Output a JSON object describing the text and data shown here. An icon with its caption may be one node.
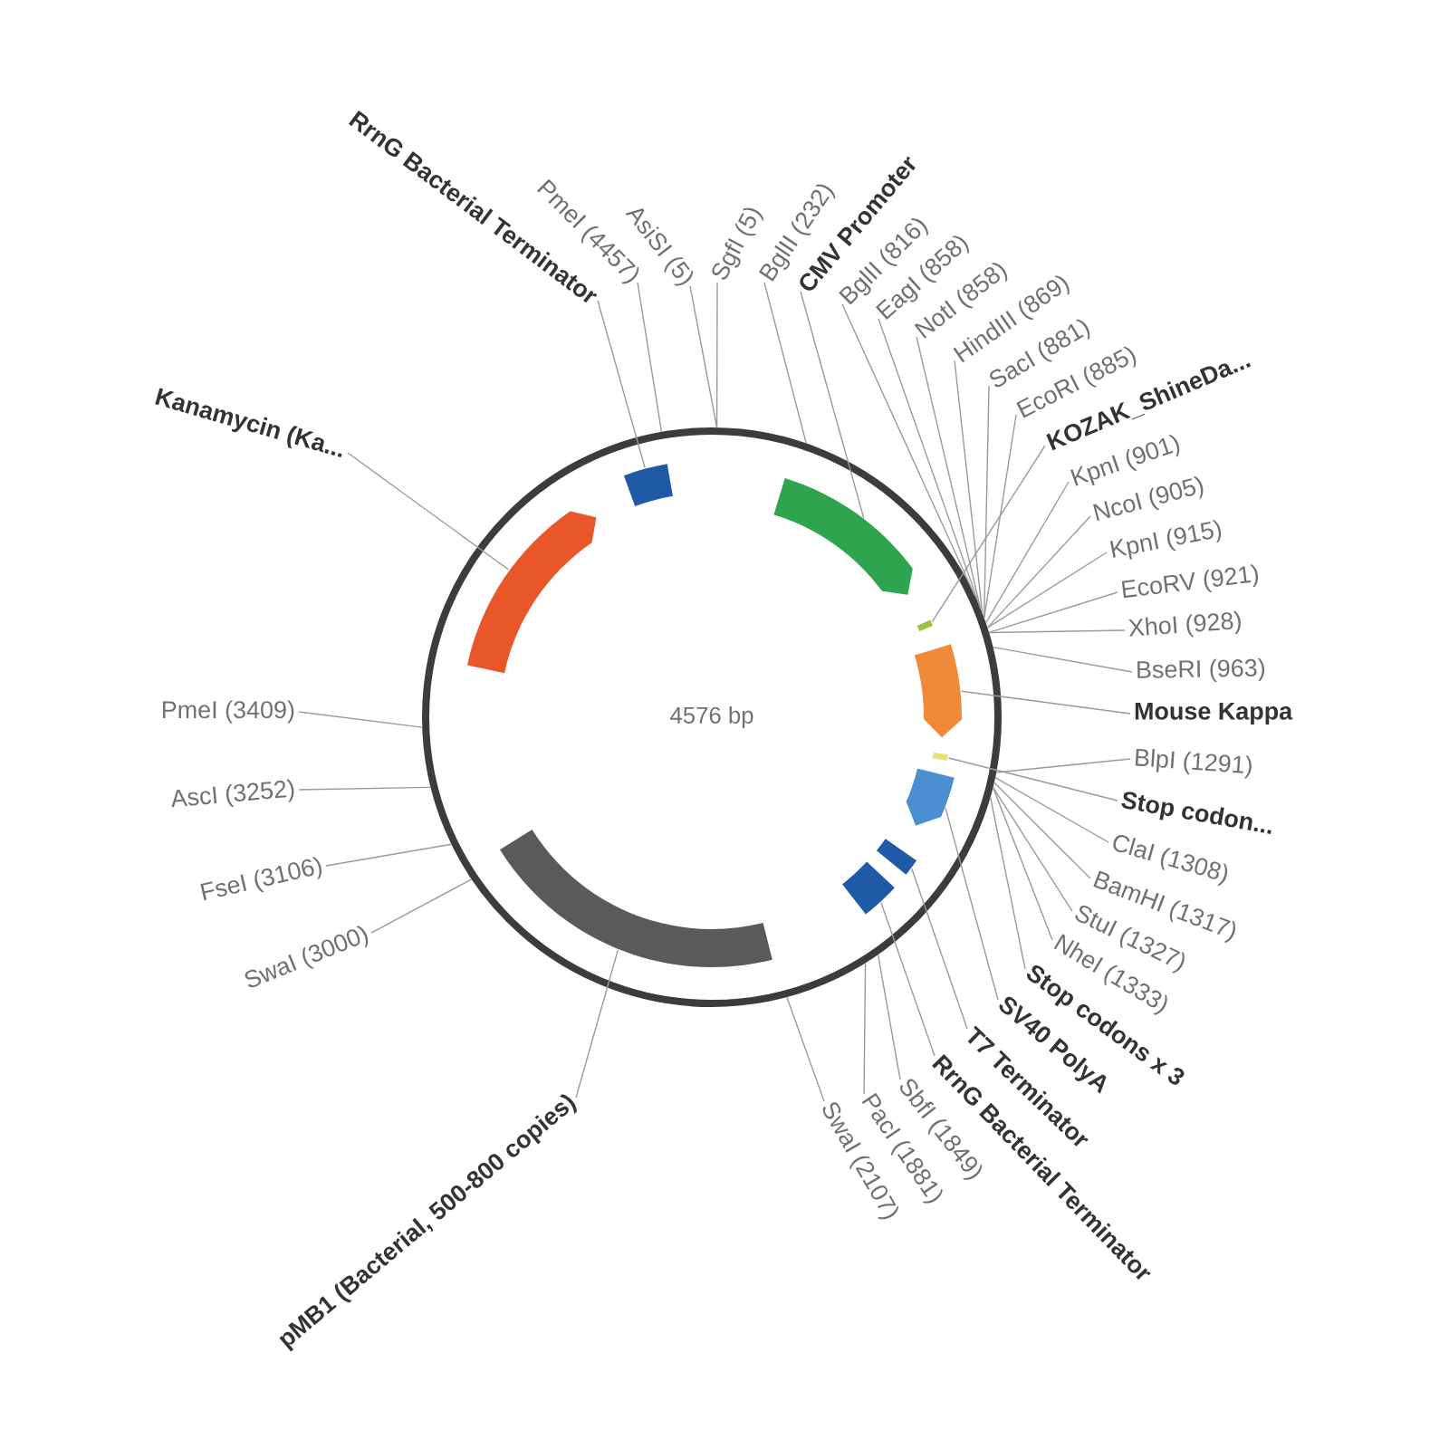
{
  "diagram": {
    "nodes": [
      {
        "text": [
          "4576 bp"
        ]
      },
      {
        "text": [],
        "shape": "arrow",
        "in": 0
      },
      {
        "text": [],
        "shape": "box",
        "in": 0
      },
      {
        "text": [],
        "shape": "arrow",
        "in": 0
      },
      {
        "text": [],
        "shape": "bar",
        "in": 0
      },
      {
        "text": [],
        "shape": "arrow",
        "in": 0
      },
      {
        "text": [],
        "shape": "bar",
        "in": 0
      },
      {
        "text": [],
        "shape": "arrow",
        "in": 0
      },
      {
        "text": [],
        "shape": "box",
        "in": 0
      },
      {
        "text": [],
        "shape": "box",
        "in": 0
      },
      {
        "text": [],
        "shape": "bar",
        "in": 0
      },
      {
        "text": [
          "RrnG Bacterial Terminator"
        ]
      },
      {
        "text": [
          "PmeI (4457)"
        ]
      },
      {
        "text": [
          "AsiSI (5)"
        ]
      },
      {
        "text": [
          "SgfI (5)"
        ]
      },
      {
        "text": [
          "BglII (232)"
        ]
      },
      {
        "text": [
          "CMV Promoter"
        ]
      },
      {
        "text": [
          "BglII (816)"
        ]
      },
      {
        "text": [
          "EagI (858)"
        ]
      },
      {
        "text": [
          "NotI (858)"
        ]
      },
      {
        "text": [
          "HindIII (869)"
        ]
      },
      {
        "text": [
          "SacI (881)"
        ]
      },
      {
        "text": [
          "EcoRI (885)"
        ]
      },
      {
        "text": [
          "KOZAK_ShineDa..."
        ]
      },
      {
        "text": [
          "KpnI (901)"
        ]
      },
      {
        "text": [
          "NcoI (905)"
        ]
      },
      {
        "text": [
          "KpnI (915)"
        ]
      },
      {
        "text": [
          "EcoRV (921)"
        ]
      },
      {
        "text": [
          "XhoI (928)"
        ]
      },
      {
        "text": [
          "BseRI (963)"
        ]
      },
      {
        "text": [
          "Mouse Kappa"
        ]
      },
      {
        "text": [
          "BlpI (1291)"
        ]
      },
      {
        "text": [
          "Stop codon..."
        ]
      },
      {
        "text": [
          "ClaI (1308)"
        ]
      },
      {
        "text": [
          "BamHI (1317)"
        ]
      },
      {
        "text": [
          "StuI (1327)"
        ]
      },
      {
        "text": [
          "NheI (1333)"
        ]
      },
      {
        "text": [
          "Stop codons x 3"
        ]
      },
      {
        "text": [
          "SV40 PolyA"
        ]
      },
      {
        "text": [
          "T7 Terminator"
        ]
      },
      {
        "text": [
          "RrnG Bacterial Terminator"
        ]
      },
      {
        "text": [
          "SbfI (1849)"
        ]
      },
      {
        "text": [
          "PacI (1881)"
        ]
      },
      {
        "text": [
          "SwaI (2107)"
        ]
      },
      {
        "text": [
          "pMB1 (Bacterial, 500-800 copies)"
        ]
      },
      {
        "text": [
          "SwaI (3000)"
        ]
      },
      {
        "text": [
          "FseI (3106)"
        ]
      },
      {
        "text": [
          "AscI (3252)"
        ]
      },
      {
        "text": [
          "PmeI (3409)"
        ]
      },
      {
        "text": [
          "Kanamycin (Ka..."
        ]
      }
    ],
    "edges": [
      {
        "from": 11,
        "to": 2,
        "arrow": "none"
      },
      {
        "from": 12,
        "to": 0,
        "arrow": "none"
      },
      {
        "from": 13,
        "to": 0,
        "arrow": "none"
      },
      {
        "from": 14,
        "to": 0,
        "arrow": "none"
      },
      {
        "from": 15,
        "to": 0,
        "arrow": "none"
      },
      {
        "from": 16,
        "to": 3,
        "arrow": "none"
      },
      {
        "from": 17,
        "to": 0,
        "arrow": "none"
      },
      {
        "from": 18,
        "to": 0,
        "arrow": "none"
      },
      {
        "from": 19,
        "to": 0,
        "arrow": "none"
      },
      {
        "from": 20,
        "to": 0,
        "arrow": "none"
      },
      {
        "from": 21,
        "to": 0,
        "arrow": "none"
      },
      {
        "from": 22,
        "to": 0,
        "arrow": "none"
      },
      {
        "from": 23,
        "to": 4,
        "arrow": "none"
      },
      {
        "from": 24,
        "to": 0,
        "arrow": "none"
      },
      {
        "from": 25,
        "to": 0,
        "arrow": "none"
      },
      {
        "from": 26,
        "to": 0,
        "arrow": "none"
      },
      {
        "from": 27,
        "to": 0,
        "arrow": "none"
      },
      {
        "from": 28,
        "to": 0,
        "arrow": "none"
      },
      {
        "from": 29,
        "to": 0,
        "arrow": "none"
      },
      {
        "from": 30,
        "to": 5,
        "arrow": "none"
      },
      {
        "from": 31,
        "to": 0,
        "arrow": "none"
      },
      {
        "from": 32,
        "to": 6,
        "arrow": "none"
      },
      {
        "from": 33,
        "to": 0,
        "arrow": "none"
      },
      {
        "from": 34,
        "to": 0,
        "arrow": "none"
      },
      {
        "from": 35,
        "to": 0,
        "arrow": "none"
      },
      {
        "from": 36,
        "to": 0,
        "arrow": "none"
      },
      {
        "from": 37,
        "to": 0,
        "arrow": "none"
      },
      {
        "from": 38,
        "to": 7,
        "arrow": "none"
      },
      {
        "from": 39,
        "to": 8,
        "arrow": "none"
      },
      {
        "from": 40,
        "to": 9,
        "arrow": "none"
      },
      {
        "from": 41,
        "to": 0,
        "arrow": "none"
      },
      {
        "from": 42,
        "to": 0,
        "arrow": "none"
      },
      {
        "from": 43,
        "to": 0,
        "arrow": "none"
      },
      {
        "from": 44,
        "to": 10,
        "arrow": "none"
      },
      {
        "from": 45,
        "to": 0,
        "arrow": "none"
      },
      {
        "from": 46,
        "to": 0,
        "arrow": "none"
      },
      {
        "from": 47,
        "to": 0,
        "arrow": "none"
      },
      {
        "from": 48,
        "to": 0,
        "arrow": "none"
      },
      {
        "from": 49,
        "to": 1,
        "arrow": "none"
      }
    ]
  }
}
